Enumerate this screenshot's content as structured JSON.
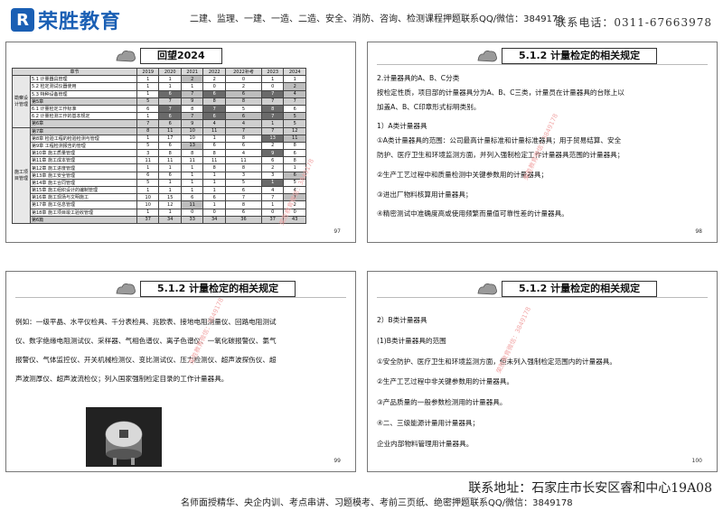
{
  "header": {
    "logo_text": "荣胜教育",
    "logo_mark": "R",
    "courses": "二建、监理、一建、一造、二造、安全、消防、咨询、检测课程押题联系QQ/微信：3849178",
    "phone": "联系电话：0311-67663978"
  },
  "footer": {
    "address": "联系地址：石家庄市长安区睿和中心19A08",
    "courses": "名师面授精华、央企内训、考点串讲、习题模考、考前三页纸、绝密押题联系QQ/微信：3849178"
  },
  "slide1": {
    "title": "回望2024",
    "page": "97",
    "table": {
      "headers": [
        "章节",
        "2019",
        "2020",
        "2021",
        "2022",
        "2022补考",
        "2023",
        "2024"
      ],
      "groups": [
        {
          "label": "勘察设计管理",
          "rows": [
            {
              "name": "5.1 计量器具管理",
              "vals": [
                "1",
                "1",
                "2",
                "2",
                "0",
                "1",
                "1"
              ],
              "shade": [
                0,
                0,
                1,
                0,
                0,
                0,
                0
              ]
            },
            {
              "name": "5.2 检定测试仪器使用",
              "vals": [
                "1",
                "1",
                "1",
                "0",
                "2",
                "0",
                "2"
              ],
              "shade": [
                0,
                0,
                0,
                0,
                0,
                0,
                1
              ]
            },
            {
              "name": "5.3 特种设备管理",
              "vals": [
                "1",
                "6",
                "7",
                "6",
                "6",
                "7",
                "4"
              ],
              "shade": [
                0,
                1,
                1,
                1,
                1,
                1,
                1
              ]
            },
            {
              "name": "第5章",
              "vals": [
                "5",
                "7",
                "9",
                "8",
                "8",
                "7",
                "7"
              ],
              "sub": true
            },
            {
              "name": "6.1 计量检定工作标准",
              "vals": [
                "6",
                "7",
                "8",
                "7",
                "5",
                "8",
                "6"
              ],
              "shade": [
                0,
                1,
                0,
                1,
                0,
                1,
                0
              ]
            },
            {
              "name": "6.2 计量检测工作的基本规定",
              "vals": [
                "1",
                "6",
                "7",
                "6",
                "6",
                "7",
                "5"
              ],
              "shade": [
                0,
                1,
                1,
                1,
                1,
                1,
                1
              ]
            },
            {
              "name": "第6章",
              "vals": [
                "7",
                "6",
                "9",
                "4",
                "4",
                "1",
                "5"
              ],
              "sub": true
            }
          ]
        },
        {
          "label": "施工项目管理",
          "rows": [
            {
              "name": "第7章",
              "vals": [
                "8",
                "11",
                "10",
                "11",
                "7",
                "7",
                "12"
              ],
              "sub": true
            },
            {
              "name": "第8章 检验工程的检验检测与管理",
              "vals": [
                "1",
                "17",
                "10",
                "1",
                "8",
                "13",
                "11"
              ],
              "shade": [
                0,
                0,
                0,
                0,
                0,
                1,
                1
              ]
            },
            {
              "name": "第9章 工程检测报告的管理",
              "vals": [
                "5",
                "6",
                "13",
                "6",
                "6",
                "2",
                "8"
              ],
              "shade": [
                0,
                0,
                1,
                0,
                0,
                0,
                0
              ]
            },
            {
              "name": "第10章 施工质量管理",
              "vals": [
                "3",
                "8",
                "8",
                "8",
                "4",
                "9",
                "6"
              ],
              "shade": [
                0,
                0,
                0,
                0,
                0,
                1,
                0
              ]
            },
            {
              "name": "第11章 施工成本管理",
              "vals": [
                "11",
                "11",
                "11",
                "11",
                "11",
                "6",
                "8"
              ],
              "shade": [
                0,
                0,
                0,
                0,
                0,
                0,
                0
              ]
            },
            {
              "name": "第12章 施工进度管理",
              "vals": [
                "1",
                "1",
                "1",
                "8",
                "8",
                "2",
                "1"
              ],
              "shade": [
                0,
                0,
                0,
                0,
                0,
                0,
                0
              ]
            },
            {
              "name": "第13章 施工安全管理",
              "vals": [
                "6",
                "6",
                "1",
                "1",
                "3",
                "3",
                "6"
              ],
              "shade": [
                0,
                0,
                0,
                0,
                0,
                0,
                1
              ]
            },
            {
              "name": "第14章 施工合同管理",
              "vals": [
                "5",
                "1",
                "1",
                "1",
                "5",
                "1",
                "5"
              ],
              "shade": [
                0,
                0,
                0,
                0,
                0,
                1,
                0
              ]
            },
            {
              "name": "第15章 施工组织设计的编制管理",
              "vals": [
                "1",
                "1",
                "1",
                "1",
                "6",
                "4",
                "4"
              ],
              "shade": [
                0,
                0,
                0,
                0,
                0,
                0,
                0
              ]
            },
            {
              "name": "第16章 施工现场与文明施工",
              "vals": [
                "10",
                "15",
                "6",
                "6",
                "7",
                "7",
                "7"
              ],
              "shade": [
                0,
                0,
                0,
                0,
                0,
                0,
                1
              ]
            },
            {
              "name": "第17章 施工信息管理",
              "vals": [
                "10",
                "12",
                "11",
                "1",
                "8",
                "1",
                "2"
              ],
              "shade": [
                0,
                0,
                1,
                0,
                0,
                0,
                0
              ]
            },
            {
              "name": "第18章 施工项目竣工验收管理",
              "vals": [
                "1",
                "1",
                "0",
                "0",
                "6",
                "0",
                "0"
              ],
              "shade": [
                0,
                0,
                0,
                0,
                0,
                0,
                0
              ]
            },
            {
              "name": "第6篇",
              "vals": [
                "37",
                "34",
                "33",
                "34",
                "36",
                "37",
                "43"
              ],
              "sub": true
            }
          ]
        }
      ]
    }
  },
  "slide2": {
    "title": "5.1.2 计量检定的相关规定",
    "page": "98",
    "paragraphs": [
      "2.计量器具的A、B、C分类",
      "按检定性质，项目部的计量器具分为A、B、C三类，计量员在计量器具的台账上以",
      "加盖A、B、C印章形式标明类别。",
      "1）A类计量器具",
      "①A类计量器具的范围：公司最高计量标准和计量标准器具；用于贸易结算、安全",
      "防护、医疗卫生和环境监测方面，并列入强制检定工作计量器具范围的计量器具；",
      "②生产工艺过程中和质量检测中关键参数用的计量器具；",
      "③进出厂物料核算用计量器具；",
      "④精密测试中准确度高或使用频繁而量值可靠性差的计量器具。"
    ]
  },
  "slide3": {
    "title": "5.1.2 计量检定的相关规定",
    "page": "99",
    "paragraphs": [
      "例如：一级平晶、水平仪检具、千分表检具、兆欧表、接地电阻测量仪、回路电阻测试",
      "仪、数字绝缘电阻测试仪、采样器、气相色谱仪、离子色谱仪、一氧化碳报警仪、氯气",
      "报警仪、气体监控仪、开关机械检测仪、变比测试仪、压力检测仪、超声波探伤仪、超",
      "声波测厚仪、超声波流检仪；列入国家强制检定目录的工作计量器具。"
    ]
  },
  "slide4": {
    "title": "5.1.2 计量检定的相关规定",
    "page": "100",
    "paragraphs": [
      "2）B类计量器具",
      "(1)B类计量器具的范围",
      "①安全防护、医疗卫生和环境监测方面，但未列入强制检定范围内的计量器具。",
      "②生产工艺过程中非关键参数用的计量器具。",
      "③产品质量的一般参数检测用的计量器具。",
      "④二、三级能源计量用计量器具；",
      "企业内部物料管理用计量器具。"
    ]
  },
  "watermark": "荣胜教育微信：3849178",
  "icons": {
    "title_decoration": "cloud-shape-icon",
    "logo": "rongsheng-logo-icon"
  }
}
